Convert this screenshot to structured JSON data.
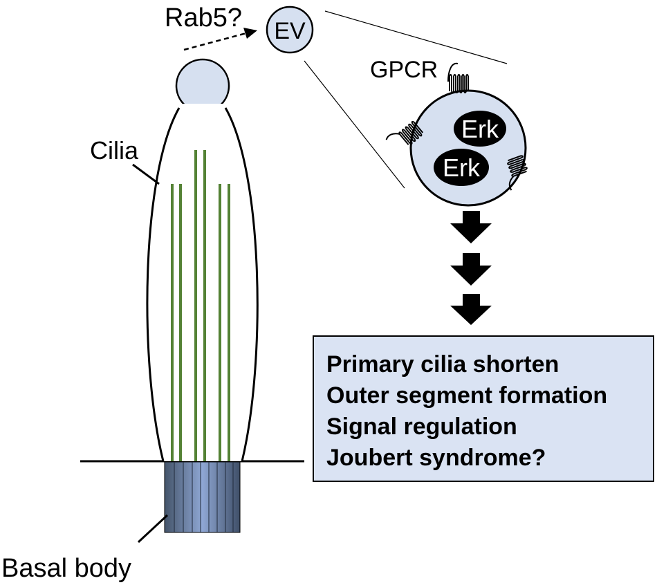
{
  "labels": {
    "rab5": "Rab5?",
    "ev": "EV",
    "gpcr": "GPCR",
    "erk_top": "Erk",
    "erk_bottom": "Erk",
    "cilia": "Cilia",
    "basal_body": "Basal body"
  },
  "outcomes": [
    "Primary cilia shorten",
    "Outer segment formation",
    "Signal regulation",
    "Joubert syndrome?"
  ],
  "colors": {
    "vesicle_fill": "#d6e0f0",
    "microtubule": "#548235",
    "outcome_box_fill": "#dae3f3",
    "basal_body_dark": "#44546a",
    "basal_body_light": "#a9bde0"
  }
}
